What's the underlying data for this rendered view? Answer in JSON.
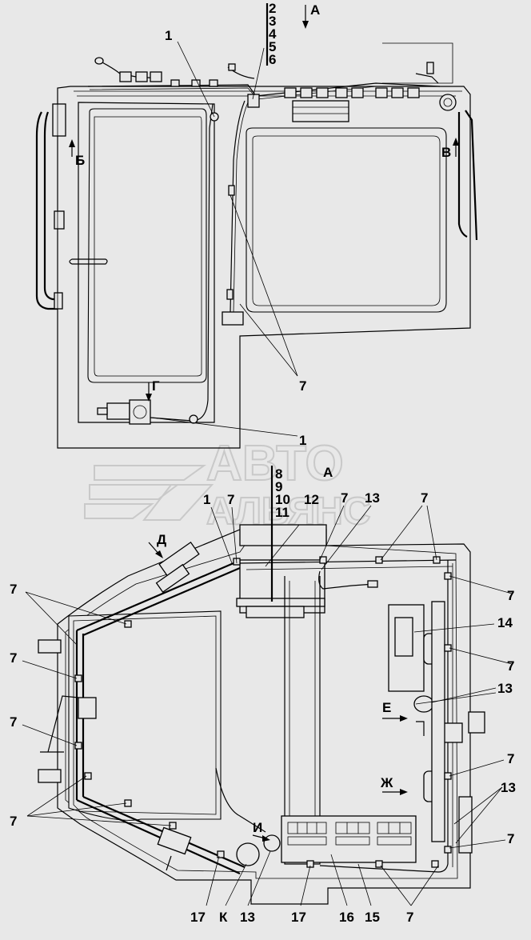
{
  "labels": {
    "view_a_top": "А",
    "n1_top": "1",
    "n2": "2",
    "n3": "3",
    "n4": "4",
    "n5": "5",
    "n6": "6",
    "view_b": "Б",
    "view_v": "В",
    "view_g": "Г",
    "n7_top": "7",
    "n1_mid": "1",
    "view_a_bottom": "А",
    "n8": "8",
    "n9": "9",
    "n10": "10",
    "n11": "11",
    "n1_b": "1",
    "n7_b1": "7",
    "n12": "12",
    "n7_b2": "7",
    "n13_b1": "13",
    "n7_b3": "7",
    "view_d": "Д",
    "n7_left1": "7",
    "n7_left2": "7",
    "n7_left3": "7",
    "n7_left4": "7",
    "n7_right1": "7",
    "n14": "14",
    "n7_right2": "7",
    "n13_right1": "13",
    "view_e": "Е",
    "n7_right3": "7",
    "view_zh": "Ж",
    "n13_right2": "13",
    "n7_right4": "7",
    "view_i": "И",
    "n17_a": "17",
    "view_k": "К",
    "n13_bottom": "13",
    "n17_b": "17",
    "n16": "16",
    "n15": "15",
    "n7_bottom": "7"
  },
  "watermark": {
    "line1": "АВТО",
    "line2": "АЛЬЯНС"
  }
}
